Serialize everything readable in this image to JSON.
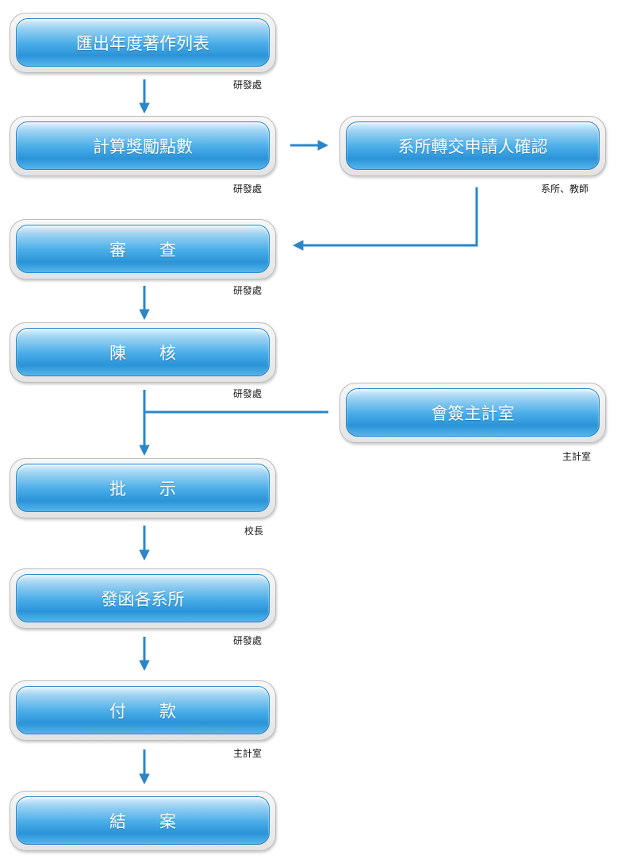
{
  "steps": [
    {
      "label": "匯出年度著作列表",
      "unit": "研發處"
    },
    {
      "label": "計算獎勵點數",
      "unit": "研發處"
    },
    {
      "label": "審　　查",
      "unit": "研發處"
    },
    {
      "label": "陳　　核",
      "unit": "研發處"
    },
    {
      "label": "批　　示",
      "unit": "校長"
    },
    {
      "label": "發函各系所",
      "unit": "研發處"
    },
    {
      "label": "付　　款",
      "unit": "主計室"
    },
    {
      "label": "結　　案",
      "unit": ""
    }
  ],
  "side_steps": [
    {
      "label": "系所轉交申請人確認",
      "unit": "系所、教師"
    },
    {
      "label": "會簽主計室",
      "unit": "主計室"
    }
  ],
  "colors": {
    "box_fill": "#2a93d8",
    "box_border": "#2b85c6",
    "arrow": "#2b86c8",
    "label_text": "#ffffff",
    "unit_text": "#1a1a1a"
  }
}
